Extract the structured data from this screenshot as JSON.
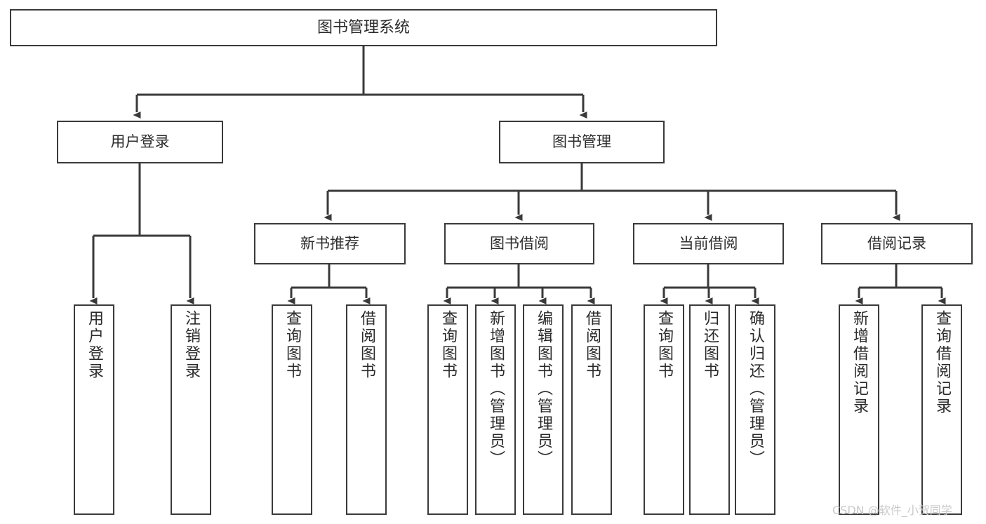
{
  "diagram": {
    "title": "图书管理系统",
    "type": "tree",
    "watermark": "CSDN @软件_小贺同学",
    "colors": {
      "background": "#ffffff",
      "box_border": "#3a3a3a",
      "box_fill": "#ffffff",
      "text": "#2b2b2b",
      "connector": "#3a3a3a",
      "watermark": "#c9c9c9"
    },
    "nodes": {
      "root": {
        "label": "图书管理系统"
      },
      "level1": [
        {
          "label": "用户登录"
        },
        {
          "label": "图书管理"
        }
      ],
      "level2": [
        {
          "label": "新书推荐"
        },
        {
          "label": "图书借阅"
        },
        {
          "label": "当前借阅"
        },
        {
          "label": "借阅记录"
        }
      ],
      "leaves": {
        "user_login": [
          {
            "label": "用户登录"
          },
          {
            "label": "注销登录"
          }
        ],
        "new_book_recommend": [
          {
            "label": "查询图书"
          },
          {
            "label": "借阅图书"
          }
        ],
        "book_borrow": [
          {
            "label": "查询图书"
          },
          {
            "label": "新增图书（管理员）"
          },
          {
            "label": "编辑图书（管理员）"
          },
          {
            "label": "借阅图书"
          }
        ],
        "current_borrow": [
          {
            "label": "查询图书"
          },
          {
            "label": "归还图书"
          },
          {
            "label": "确认归还（管理员）"
          }
        ],
        "borrow_record": [
          {
            "label": "新增借阅记录"
          },
          {
            "label": "查询借阅记录"
          }
        ]
      }
    }
  }
}
